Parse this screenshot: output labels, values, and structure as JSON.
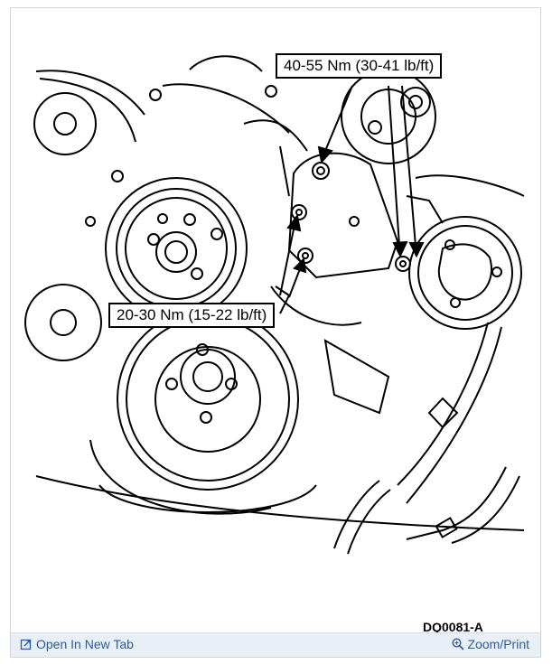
{
  "diagram": {
    "callouts": {
      "upper": "40-55 Nm (30-41 lb/ft)",
      "lower": "20-30 Nm (15-22 lb/ft)"
    },
    "figure_code": "DQ0081-A"
  },
  "footer": {
    "open_new_tab_label": "Open In New Tab",
    "zoom_print_label": "Zoom/Print",
    "link_color": "#2b5aa6"
  }
}
